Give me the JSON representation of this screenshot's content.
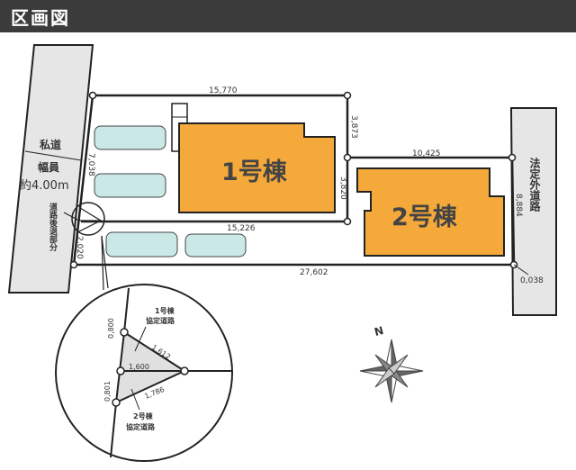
{
  "header": {
    "title": "区画図"
  },
  "roads": {
    "private_road": "私道",
    "width_label": "幅員",
    "width_value": "約4.00m",
    "setback": "道路後退部分",
    "public_road": "法定外道路"
  },
  "buildings": [
    {
      "label": "1号棟"
    },
    {
      "label": "2号棟"
    }
  ],
  "dimensions": {
    "top": "15,770",
    "right_step": "3,873",
    "mid_right": "10,425",
    "step2": "3,820",
    "inner": "15,226",
    "bottom": "27,602",
    "left_upper": "7,038",
    "left_lower": "2,020",
    "right_side": "8,884",
    "corner": "0,038"
  },
  "detail": {
    "lot1_label": "1号棟",
    "lot1_sub": "協定道路",
    "lot2_label": "2号棟",
    "lot2_sub": "協定道路",
    "d1": "0,800",
    "d2": "1,612",
    "d3": "1,600",
    "d4": "0,801",
    "d5": "1,786"
  },
  "compass": {
    "north": "N"
  },
  "colors": {
    "building": "#f5a93a",
    "car": "#c9e8e6",
    "road": "#e6e6e6"
  }
}
